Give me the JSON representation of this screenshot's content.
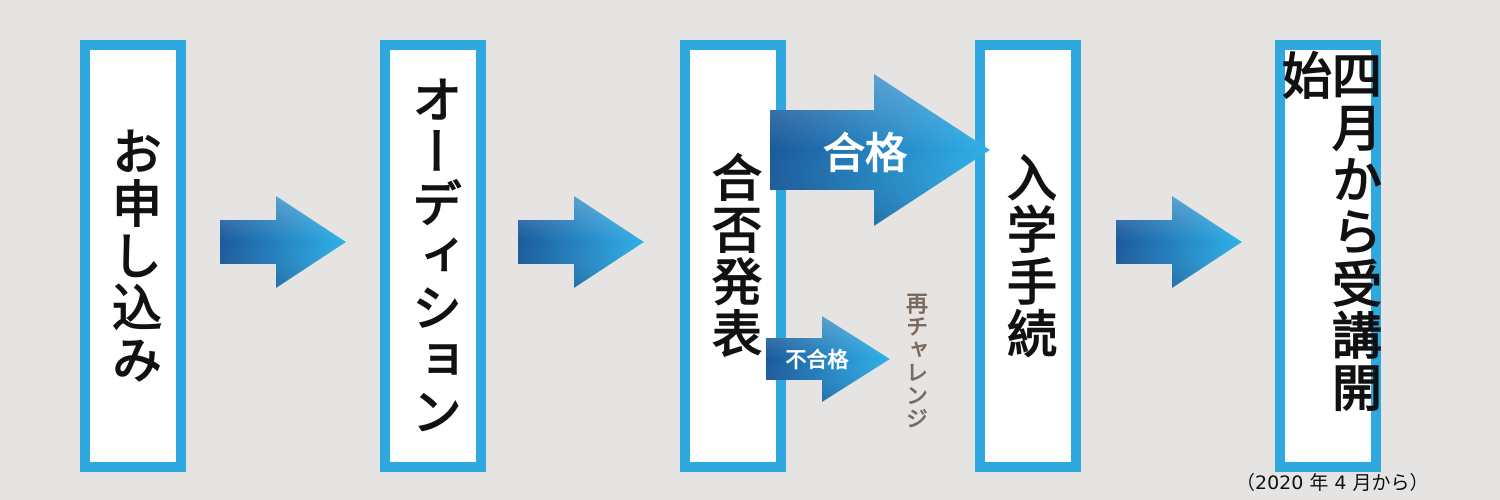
{
  "steps": [
    {
      "id": "apply",
      "label": "お申し込み"
    },
    {
      "id": "audition",
      "label": "オーディション"
    },
    {
      "id": "result",
      "label": "合否発表"
    },
    {
      "id": "enroll",
      "label": "入学手続"
    },
    {
      "id": "start",
      "label": "四月から受講開始"
    }
  ],
  "branches": {
    "pass_label": "合格",
    "fail_label": "不合格",
    "retry_label": "再チャレンジ"
  },
  "note": "（2020 年 4 月から）",
  "colors": {
    "background": "#e6e4e3",
    "box_border": "#2fa8e0",
    "arrow_dark": "#1a5a9c",
    "arrow_light": "#2fb0e8",
    "retry_text": "#7b6a5c"
  }
}
